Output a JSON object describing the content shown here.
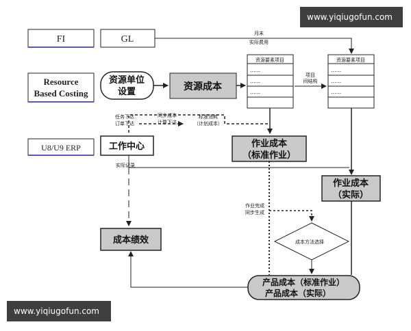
{
  "watermark": {
    "text": "www.yiqiugofun.com"
  },
  "diagram": {
    "system_labels": {
      "fi": "FI",
      "gl": "GL",
      "resource_line1": "Resource",
      "resource_line2": "Based Costing",
      "erp": "U8/U9 ERP"
    },
    "boxes": {
      "resource_unit_l1": "资源单位",
      "resource_unit_l2": "设置",
      "resource_cost": "资源成本",
      "work_center": "工作中心",
      "activity_standard_l1": "作业成本",
      "activity_standard_l2": "（标准作业）",
      "activity_actual_l1": "作业成本",
      "activity_actual_l2": "（实际）",
      "cost_performance": "成本绩效",
      "product_standard": "产品成本（标准作业）",
      "product_actual": "产品成本（实际）",
      "cost_method": "成本方法选择"
    },
    "tables": {
      "left_header": "资源要素项目",
      "right_header": "资源要素项目",
      "row_text": "......"
    },
    "annotations": {
      "month_end_l1": "月末",
      "month_end_l2": "实际费用",
      "project_l1": "项目",
      "project_l2": "间结构",
      "task_l1": "任务下达",
      "task_l2": "订单下达",
      "sync_l1": "同步成本",
      "sync_l2": "计算下达",
      "std_l1": "标准消耗",
      "std_l2": "（计划成本）",
      "actual_record": "实际记录",
      "done_l1": "作业完成",
      "done_l2": "同步生成"
    }
  }
}
